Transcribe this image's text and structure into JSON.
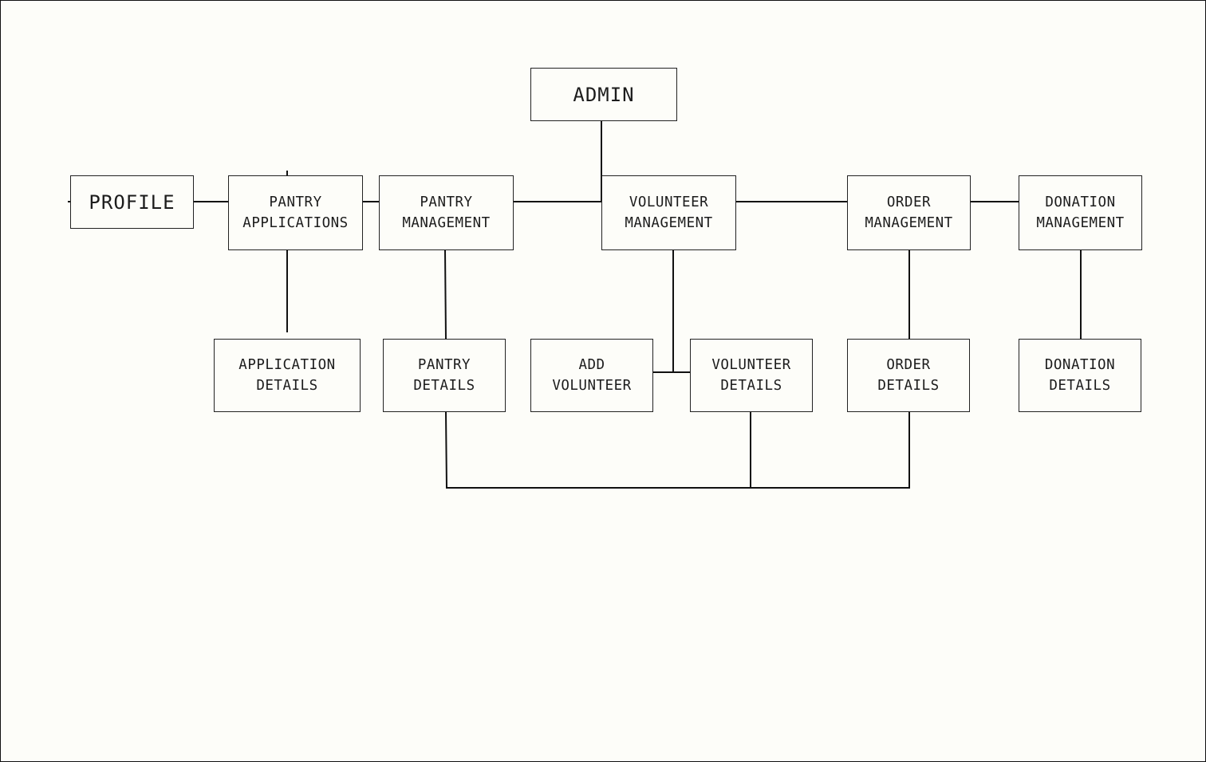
{
  "nodes": {
    "admin": "ADMIN",
    "profile": "PROFILE",
    "pantry_applications": "PANTRY\nAPPLICATIONS",
    "pantry_management": "PANTRY\nMANAGEMENT",
    "volunteer_management": "VOLUNTEER\nMANAGEMENT",
    "order_management": "ORDER\nMANAGEMENT",
    "donation_management": "DONATION\nMANAGEMENT",
    "application_details": "APPLICATION\nDETAILS",
    "pantry_details": "PANTRY\nDETAILS",
    "add_volunteer": "ADD\nVOLUNTEER",
    "volunteer_details": "VOLUNTEER\nDETAILS",
    "order_details": "ORDER\nDETAILS",
    "donation_details": "DONATION\nDETAILS"
  },
  "colors": {
    "background": "#fdfdf9",
    "line": "#111111"
  }
}
